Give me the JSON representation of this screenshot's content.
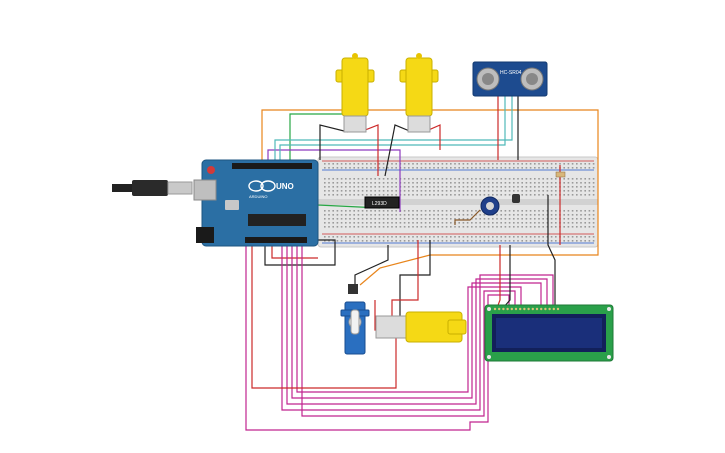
{
  "arduino": {
    "logo_text": "UNO",
    "brand_text": "ARDUINO"
  },
  "sensor": {
    "label": "HC-SR04"
  },
  "ic": {
    "label": "L293D"
  },
  "colors": {
    "background": "#ffffff",
    "arduino_board": "#2b6fa4",
    "breadboard": "#e6e6e6",
    "motor_yellow": "#f5d915",
    "lcd_board": "#2aa04a",
    "lcd_screen": "#12205a",
    "sensor_board": "#1d4b8f",
    "servo_body": "#2a6fc0",
    "wire_orange": "#e8851c",
    "wire_magenta": "#c0248f",
    "wire_red": "#cc2a2a",
    "wire_black": "#222222",
    "wire_green": "#28a745",
    "wire_purple": "#8e3bbf",
    "wire_teal": "#4fb9b9",
    "wire_brown": "#8a5a2b"
  },
  "icons": [
    "usb-plug-icon",
    "potentiometer-icon",
    "servo-icon",
    "dc-motor-icon",
    "ultrasonic-sensor-icon",
    "lcd-icon"
  ]
}
